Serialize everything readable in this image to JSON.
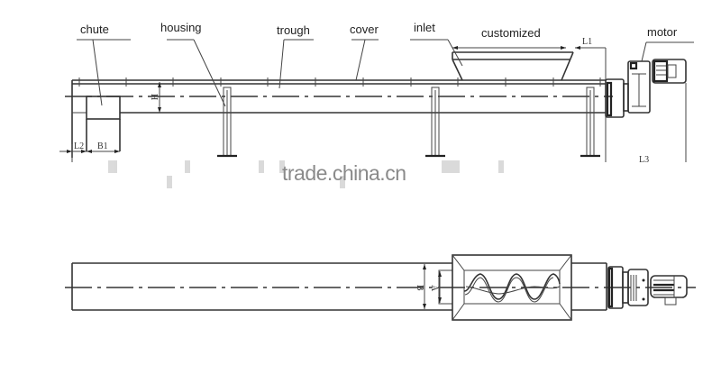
{
  "diagram": {
    "title": "Screw conveyor general arrangement",
    "side_view": {
      "labels": {
        "chute": "chute",
        "housing": "housing",
        "trough": "trough",
        "cover": "cover",
        "inlet": "inlet",
        "customized": "customized",
        "motor": "motor"
      },
      "dimensions": {
        "height": "H",
        "l1": "L1",
        "l2": "L2",
        "b1": "B1",
        "l3": "L3"
      }
    },
    "top_view": {
      "dimensions": {
        "b": "B",
        "a": "A"
      }
    },
    "watermark": "trade.china.cn"
  }
}
